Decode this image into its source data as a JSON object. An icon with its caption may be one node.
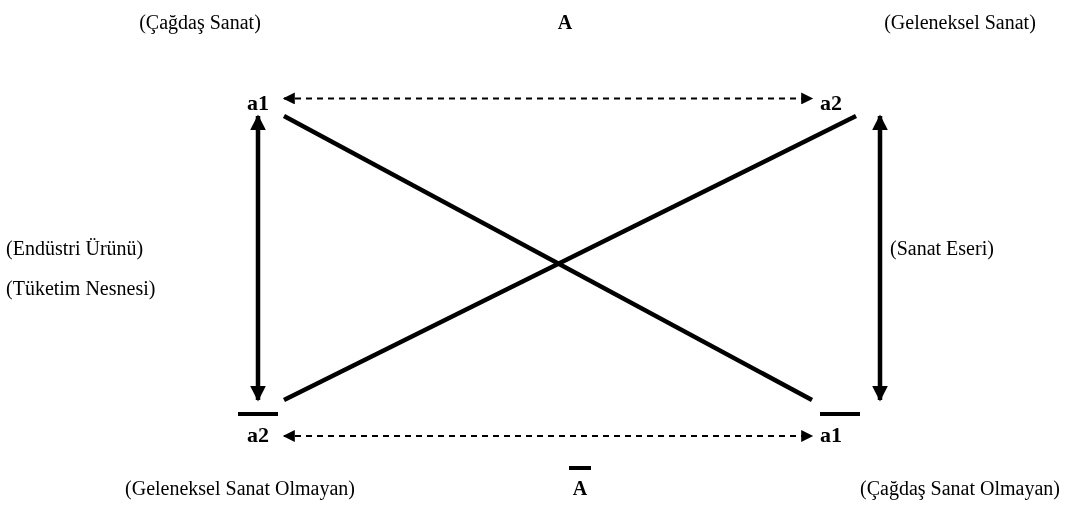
{
  "diagram": {
    "nodes": [
      {
        "text": [
          "a1"
        ]
      },
      {
        "text": [
          "a2"
        ]
      },
      {
        "text": [
          "a2"
        ]
      },
      {
        "text": [
          "a1"
        ]
      }
    ],
    "edges": [
      {
        "from": 0,
        "to": 1,
        "arrow": "both",
        "style": "dashed"
      },
      {
        "from": 0,
        "to": 2,
        "arrow": "both"
      },
      {
        "from": 0,
        "to": 3,
        "arrow": "none"
      },
      {
        "from": 1,
        "to": 2,
        "arrow": "none"
      },
      {
        "from": 1,
        "to": 3,
        "arrow": "both"
      },
      {
        "from": 2,
        "to": 3,
        "arrow": "both",
        "style": "dashed"
      }
    ],
    "labels": [
      "(Çağdaş Sanat)",
      "A",
      "(Geleneksel Sanat)",
      "(Endüstri Ürünü)",
      "(Tüketim Nesnesi)",
      "(Sanat Eseri)",
      "(Geleneksel Sanat Olmayan)",
      "A",
      "(Çağdaş Sanat Olmayan)"
    ]
  }
}
